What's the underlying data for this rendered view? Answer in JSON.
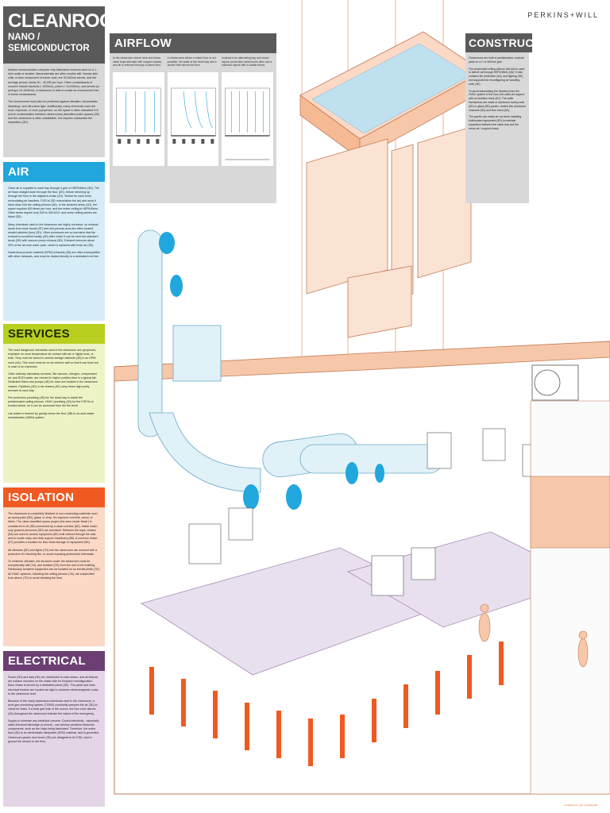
{
  "brand": "PERKINS+WILL",
  "title": {
    "line1": "CLEANROOM",
    "line2": "NANO / SEMICONDUCTOR"
  },
  "intro": [
    "Modern semiconductor computer chip fabrication involves work on a 1-4nm scale or smaller. Nanomaterials are often smaller still. Human skin cells, a main component of indoor dust, are 30,000nm across, and the average person sheds 30 - 40,000 per hour. Other contaminants of concern include bacteria (~1000nm), pollen (~10,000nm), and smoke (or perhaps 10-1000nm). A cleanroom is able to create an environment free of these contaminants.",
    "The environment must also be protected against vibration, electrostatic discharge, and ultra-slow light. Additionally, many chemicals used are toxic, explosive, or even pyrophoric, so the space is often classified H-5 (much contamination between cleanrooms) classified public spaces (3D) and the cleanroom is often classifiable, but requires substantial fire separation (3D)."
  ],
  "air": {
    "heading": "AIR",
    "paragraphs": [
      "Clean air is supplied to each bay through a grid of HEPA filters (3D). The air flows straight down through the floor (2D), before returning up through the floor in the adjacent chase (2D). Similar for each level, recirculating air handlers, FGFUs (3D recirculation the air) and send it back down into the ceiling plenum (3A). In the cleanest areas (1D), the space requires 600 times per hour, and the entire ceiling is HEPA filters. Other areas require only 200 to 300 ACH, and some ceiling panels are blank (3D).",
      "Many chemicals used in the cleanroom are highly corrosive, so exhaust ducts form fume hoods (3T) and wet process area are often located sealed cabinets (see) (3D). Other processes are so corrosive that the exhaust is scrubbed locally (3D) after which it can be sent into standard ducts (3D) with vacuum pump exhaust (5D). Exhaust removes about 30% of the air from each cycle, which is replaced with fresh air (3D).",
      "Hazardous process material (HPM) exhausts (3D) are often incompatible with other exhausts, and must be ducted directly to a dedicated roof fan."
    ]
  },
  "airflow": {
    "heading": "AIRFLOW",
    "columns": [
      "In the cleanroom shown here and below clean bays alternate with support chases, and air is returned through a raised floor.",
      "In cleanrooms where a raised floor is not possible, the walls of the clean bay and a double feed above the floor.",
      "Instead of an alternating bay and chase layout, production cleanrooms often use a ballroom layout with a subfab below."
    ]
  },
  "services": {
    "heading": "SERVICES",
    "paragraphs": [
      "The most dangerous chemicals used in the cleanroom are pyrophoric, explosive on room temperature air contact with air or highly toxic, or both. They must be stored in vented storage cabinets (4D) in an HPM room (4A). This room must be on an exterior wall so that it can blow out in case of an explosion.",
      "Other ordinary laboratory services, like vacuum, nitrogen, compressed air, and RODI water, are needed in higher purities than in a typical lab. Dedicated filters and pumps (4D) for each are located in the cleanroom chases. Pipelines (4D) in the chases (4E) carry these high purity services to each bay.",
      "Fire protection plumbing (4D) for the clean bay is inside the prefabricated ceiling plenum. HVAC plumbing (4D) for the FGFUs is located above, so it can be accessed from the fire level.",
      "Lab waste is drained by gravity below the floor (4B) to an acid waste neutralization (AWN) system."
    ]
  },
  "isolation": {
    "heading": "ISOLATION",
    "paragraphs": [
      "The cleanroom is completely finished in non-conducting materials such as epoxy paint (5D), glass, or vinyl. No exposed concrete, wood, or fabric. The clean classified space proper (the area 'under-finish') is considered to be (5D) connected by a clean corridor (5D). Inside which only gowned personnel (5D) are permitted. Between the bays, chases (5A) are used to access equipment (5D) built without through the wall, and to locate noisy and dirty support machinery (5B). A common chase (5T) provides a location for less clean storage or equipment (5D).",
      "All windows (5D) and lights (7D) into the cleanroom are covered with a protective UV blocking film, to avoid exposing photoresist chemicals.",
      "To minimize vibration, the structure under the cleanroom must be exceptionally stiff (7A), and isolated (7D) from the rest of the building. Particularly sensitive equipment can be isolated on an inertial plinth (7D). All HVAC systems, including the ceiling plenum (7A), are suspended from above (7D) to avoid vibrating the floor."
    ]
  },
  "electrical": {
    "heading": "ELECTRICAL",
    "paragraphs": [
      "Power (3D) and data (3D) are distributed in each chase, and all fixtures are surface mounted on the chase side for frequent reconfiguration. Each chase is served by a dedicated panel (3D). The panel and main electrical feeders are located as high to minimize electromagnetic noise to the cleanroom level.",
      "Because of the many hazardous chemicals used in the cleanroom, a toxic gas monitoring system (TGMS) constantly samples the air (3D) to check for leaks. If a toxic gas leak or fire occurs, the four-color alarms (3A) throughout the cleanroom indicate the nature of the emergency.",
      "Supply to minimize any electrical concern: Control electricity - especially static electrical discharge (a shock) - can destroy sensitive electronic components, such as the chips being fabricated. Therefore, the entire floor (3D) is an electrostatic dissipative (ESD) material, and is grounded. Cleanroom gowns and shoes (3D) are designed to be ESD, and to ground the wearer to the floor."
    ]
  },
  "construction": {
    "heading": "CONSTRUCTION",
    "paragraphs": [
      "Cleanrooms are built of prefabricated, modular parts on a 2' or 600mm grid.",
      "The suspended ceiling plenum (6A-6A) is used to deliver air through HEPA filters (4D). It also contains fire protection (4A), and lighting (3D) and supports the reconfiguring air handling units (4E).",
      "To avoid transmitting the vibration from the HVAC system to the floor, the walls are topped with an isolation track (4D). The walls themselves are made of aluminum honeycomb (5D) or glass (5D) panels, sealed into aluminum channels (5D) and floor track (5A).",
      "The panels can easily be cut when installing bulkheaded equipment (5D) to maintain separation between the clean bay and the return air / support chase."
    ]
  },
  "credit": "a cleanroom / gpt / perkins+will",
  "colors": {
    "air": "#21a7dd",
    "services": "#b8cf1f",
    "isolation": "#f05a22",
    "electrical": "#6b3f73",
    "gray": "#5a5a5a"
  }
}
